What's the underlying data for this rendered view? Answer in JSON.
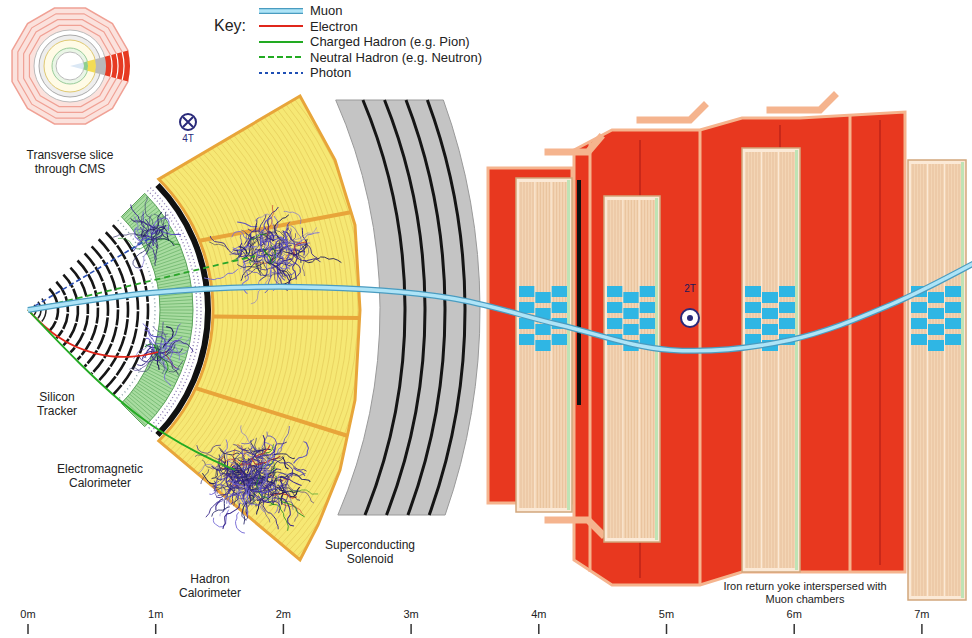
{
  "diagram": {
    "labels": [
      "Key:",
      "Transverse slice through CMS",
      "4T",
      "Silicon Tracker",
      "Electromagnetic Calorimeter",
      "Hadron Calorimeter",
      "Superconducting Solenoid",
      "2T",
      "Iron return yoke interspersed with Muon chambers",
      "0m",
      "1m",
      "2m",
      "3m",
      "4m",
      "5m",
      "6m",
      "7m"
    ],
    "legend": [
      {
        "text": "Muon"
      },
      {
        "text": "Electron"
      },
      {
        "text": "Charged Hadron (e.g. Pion)"
      },
      {
        "text": "Neutral Hadron (e.g. Neutron)"
      },
      {
        "text": "Photon"
      }
    ]
  }
}
